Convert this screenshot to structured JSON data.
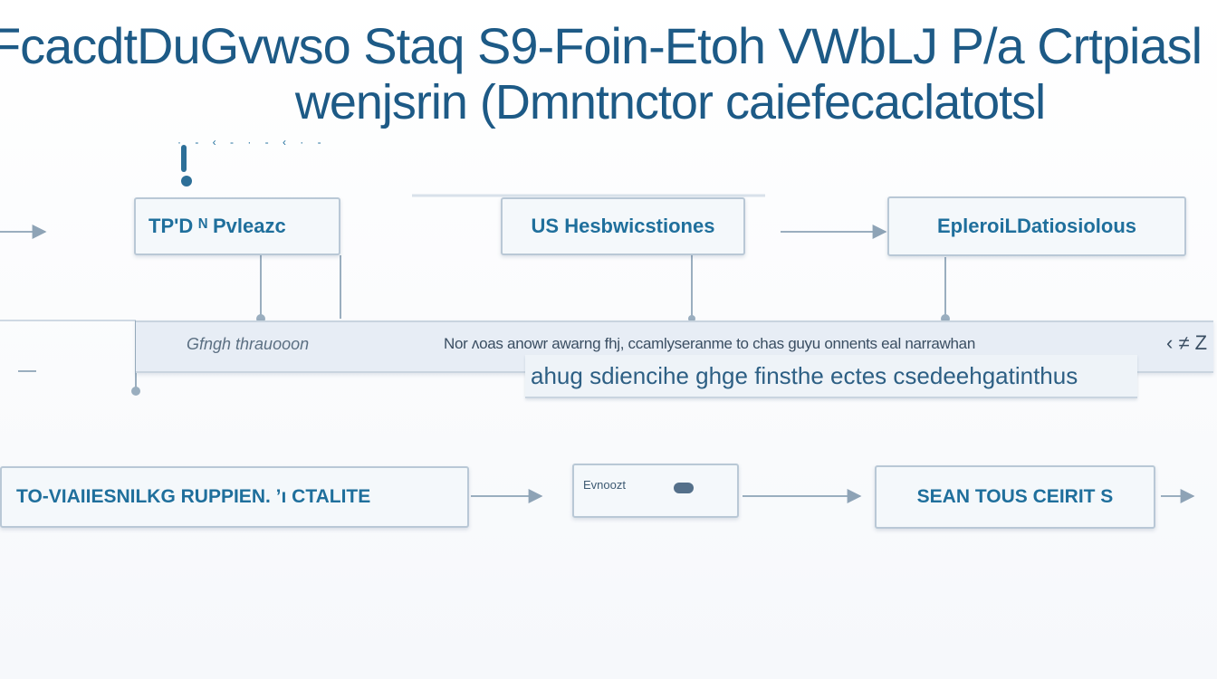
{
  "diagram": {
    "title_line_1": "ƑcacdtDuGvwso Staq S9-Foin-Etoh VWbLJ P/a Crtpiasl",
    "title_line_2": "wenjsrin (Dmntnctor caiefecaclatotsl",
    "top_nodes": [
      {
        "label": "TP'D ᴺ Pvleazc"
      },
      {
        "label": "US Hesbwicstiones"
      },
      {
        "label": "EpleroiLDatiosiolous"
      }
    ],
    "band": {
      "left_text": "Gfngh thrauooon",
      "middle_text": "Nor ʌoas anowr awarng fhj, ccamlyseranme to chas guyu onnents eal narrawhan",
      "symbol_text": "‹ ≠ Z"
    },
    "sub_band_text": "ahug sdiencihe ghge finsthe ectes csedeehgatinthus",
    "bottom_nodes": [
      {
        "label": "TO-VIAIIESNILKG RUPPIEN. ’ı CTALITE"
      },
      {
        "label": "Evnoozt"
      },
      {
        "label": "SEAN TOUS CEIRIT S"
      }
    ],
    "colors": {
      "accent": "#1f6f9c",
      "title": "#1d5a86",
      "box_border": "#b9c8d6",
      "band_fill": "#e7edf5",
      "connector": "#9aaebf"
    }
  }
}
